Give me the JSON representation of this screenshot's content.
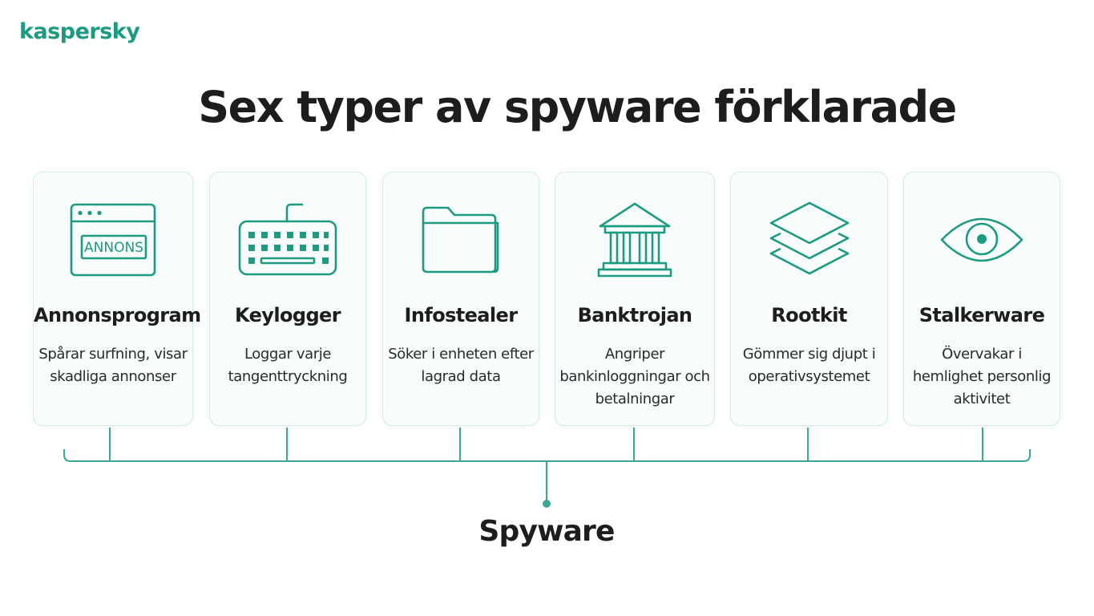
{
  "brand": {
    "logo_text": "kaspersky",
    "accent_color": "#1d9a82",
    "line_color": "#3aa894"
  },
  "title": "Sex typer av spyware förklarade",
  "root": {
    "label": "Spyware"
  },
  "cards": [
    {
      "icon": "browser-window-ad-icon",
      "icon_text": "ANNONS",
      "title": "Annonsprogram",
      "description": "Spårar surfning, visar skadliga annonser"
    },
    {
      "icon": "keyboard-icon",
      "title": "Keylogger",
      "description": "Loggar varje tangenttryckning"
    },
    {
      "icon": "folder-icon",
      "title": "Infostealer",
      "description": "Söker i enheten efter lagrad data"
    },
    {
      "icon": "bank-icon",
      "title": "Banktrojan",
      "description": "Angriper bankinloggningar och betalningar"
    },
    {
      "icon": "layers-icon",
      "title": "Rootkit",
      "description": "Gömmer sig djupt i operativsystemet"
    },
    {
      "icon": "eye-icon",
      "title": "Stalkerware",
      "description": "Övervakar i hemlighet personlig aktivitet"
    }
  ]
}
